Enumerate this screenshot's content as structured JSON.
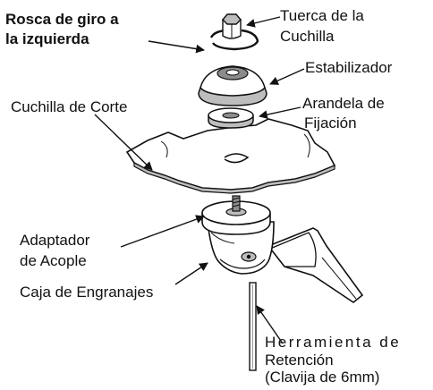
{
  "colors": {
    "ink": "#111111",
    "fill_light": "#ffffff",
    "fill_shade": "#bdbdbd",
    "fill_mid": "#8c8c8c"
  },
  "labels": {
    "thread_line1": "Rosca de giro a",
    "thread_line2": "la izquierda",
    "nut_line1": "Tuerca de la",
    "nut_line2": "Cuchilla",
    "stabilizer": "Estabilizador",
    "washer_line1": "Arandela de",
    "washer_line2": "Fijación",
    "blade": "Cuchilla de Corte",
    "adapter_line1": "Adaptador",
    "adapter_line2": "de Acople",
    "gearbox": "Caja de Engranajes",
    "tool_line1": "Herramienta de",
    "tool_line2": "Retención",
    "tool_line3": "(Clavija de 6mm)"
  }
}
